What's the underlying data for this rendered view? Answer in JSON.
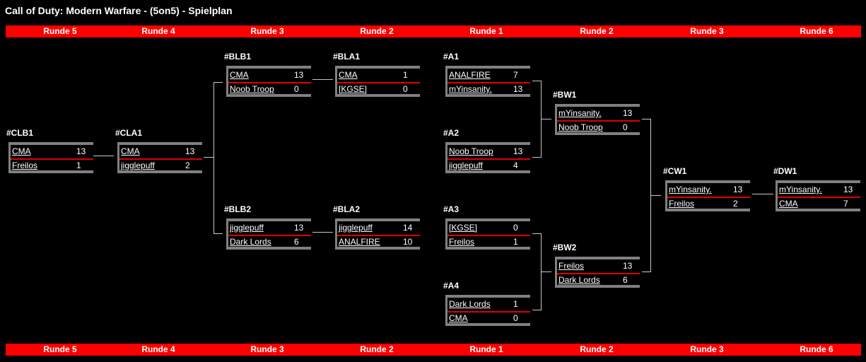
{
  "title": "Call of Duty: Modern Warfare - (5on5) - Spielplan",
  "rounds": [
    "Runde 5",
    "Runde 4",
    "Runde 3",
    "Runde 2",
    "Runde 1",
    "Runde 2",
    "Runde 3",
    "Runde 6"
  ],
  "colors": {
    "accent": "#ff0000",
    "box_border": "#808080",
    "separator": "#e00000",
    "background": "#000000"
  },
  "matches": {
    "CLB1": {
      "label": "#CLB1",
      "t1": "CMA",
      "s1": "13",
      "t2": "Freilos",
      "s2": "1"
    },
    "CLA1": {
      "label": "#CLA1",
      "t1": "CMA",
      "s1": "13",
      "t2": "jigglepuff",
      "s2": "2"
    },
    "BLB1": {
      "label": "#BLB1",
      "t1": "CMA",
      "s1": "13",
      "t2": "Noob Troop",
      "s2": "0"
    },
    "BLB2": {
      "label": "#BLB2",
      "t1": "jigglepuff",
      "s1": "13",
      "t2": "Dark Lords",
      "s2": "6"
    },
    "BLA1": {
      "label": "#BLA1",
      "t1": "CMA",
      "s1": "1",
      "t2": "[KGSE]",
      "s2": "0"
    },
    "BLA2": {
      "label": "#BLA2",
      "t1": "jigglepuff",
      "s1": "14",
      "t2": "ANALFIRE",
      "s2": "10"
    },
    "A1": {
      "label": "#A1",
      "t1": "ANALFIRE",
      "s1": "7",
      "t2": "mYinsanity.",
      "s2": "13"
    },
    "A2": {
      "label": "#A2",
      "t1": "Noob Troop",
      "s1": "13",
      "t2": "jigglepuff",
      "s2": "4"
    },
    "A3": {
      "label": "#A3",
      "t1": "[KGSE]",
      "s1": "0",
      "t2": "Freilos",
      "s2": "1"
    },
    "A4": {
      "label": "#A4",
      "t1": "Dark Lords",
      "s1": "1",
      "t2": "CMA",
      "s2": "0"
    },
    "BW1": {
      "label": "#BW1",
      "t1": "mYinsanity.",
      "s1": "13",
      "t2": "Noob Troop",
      "s2": "0"
    },
    "BW2": {
      "label": "#BW2",
      "t1": "Freilos",
      "s1": "13",
      "t2": "Dark Lords",
      "s2": "6"
    },
    "CW1": {
      "label": "#CW1",
      "t1": "mYinsanity.",
      "s1": "13",
      "t2": "Freilos",
      "s2": "2"
    },
    "DW1": {
      "label": "#DW1",
      "t1": "mYinsanity.",
      "s1": "13",
      "t2": "CMA",
      "s2": "7"
    }
  }
}
